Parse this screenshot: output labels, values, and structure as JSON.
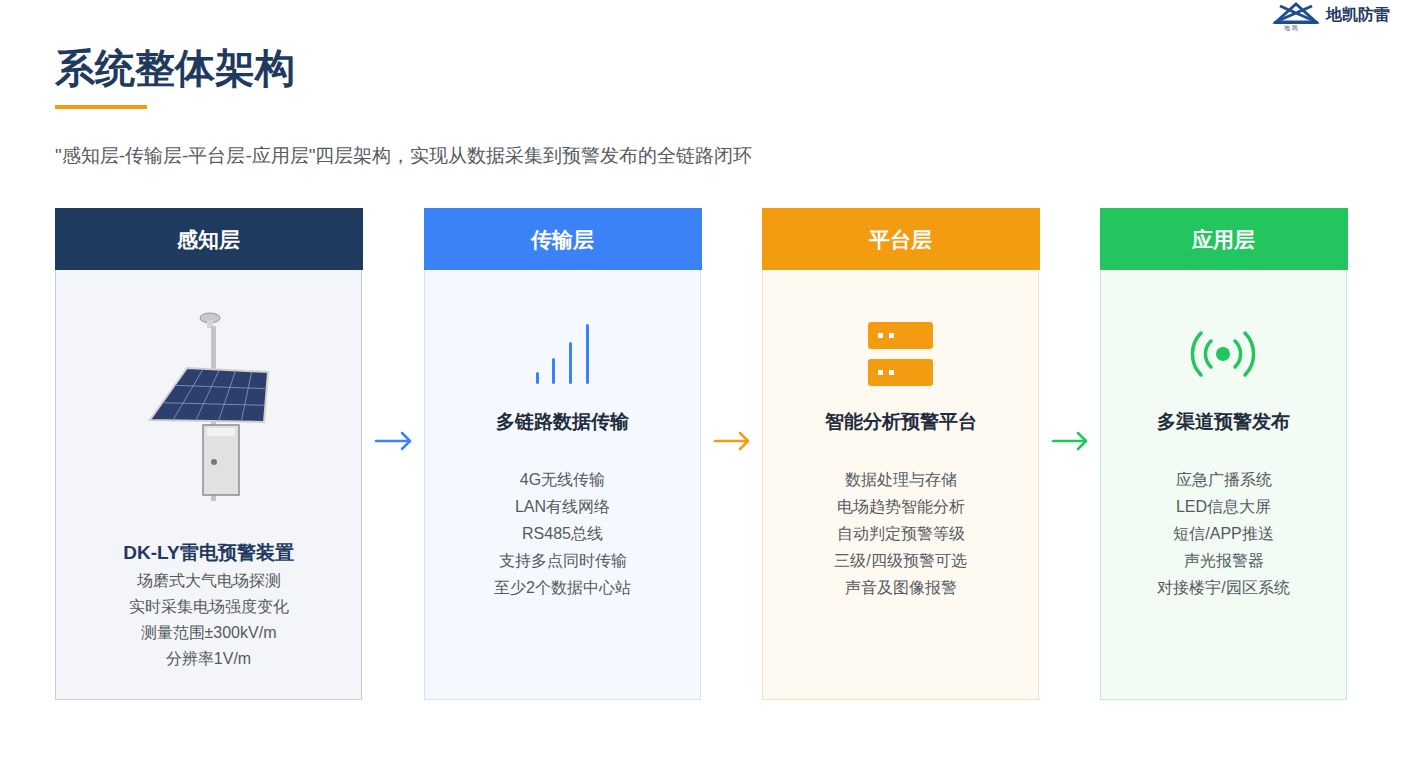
{
  "diagram": {
    "title": "系统整体架构",
    "caption": "\"感知层-传输层-平台层-应用层\"四层架构，实现从数据采集到预警发布的全链路闭环",
    "nodes": [
      {
        "text": [
          "感知层",
          "DK-LY雷电预警装置",
          "场磨式大气电场探测",
          "实时采集电场强度变化",
          "测量范围±300kV/m",
          "分辨率1V/m"
        ]
      },
      {
        "text": [
          "传输层",
          "多链路数据传输",
          "4G无线传输",
          "LAN有线网络",
          "RS485总线",
          "支持多点同时传输",
          "至少2个数据中心站"
        ]
      },
      {
        "text": [
          "平台层",
          "智能分析预警平台",
          "数据处理与存储",
          "电场趋势智能分析",
          "自动判定预警等级",
          "三级/四级预警可选",
          "声音及图像报警"
        ]
      },
      {
        "text": [
          "应用层",
          "多渠道预警发布",
          "应急广播系统",
          "LED信息大屏",
          "短信/APP推送",
          "声光报警器",
          "对接楼宇/园区系统"
        ]
      }
    ],
    "edges": [
      {
        "from": 0,
        "to": 1,
        "arrow": "to"
      },
      {
        "from": 1,
        "to": 2,
        "arrow": "to"
      },
      {
        "from": 2,
        "to": 3,
        "arrow": "to"
      }
    ],
    "labels": [
      "地凯防雷",
      "地 凯"
    ]
  }
}
